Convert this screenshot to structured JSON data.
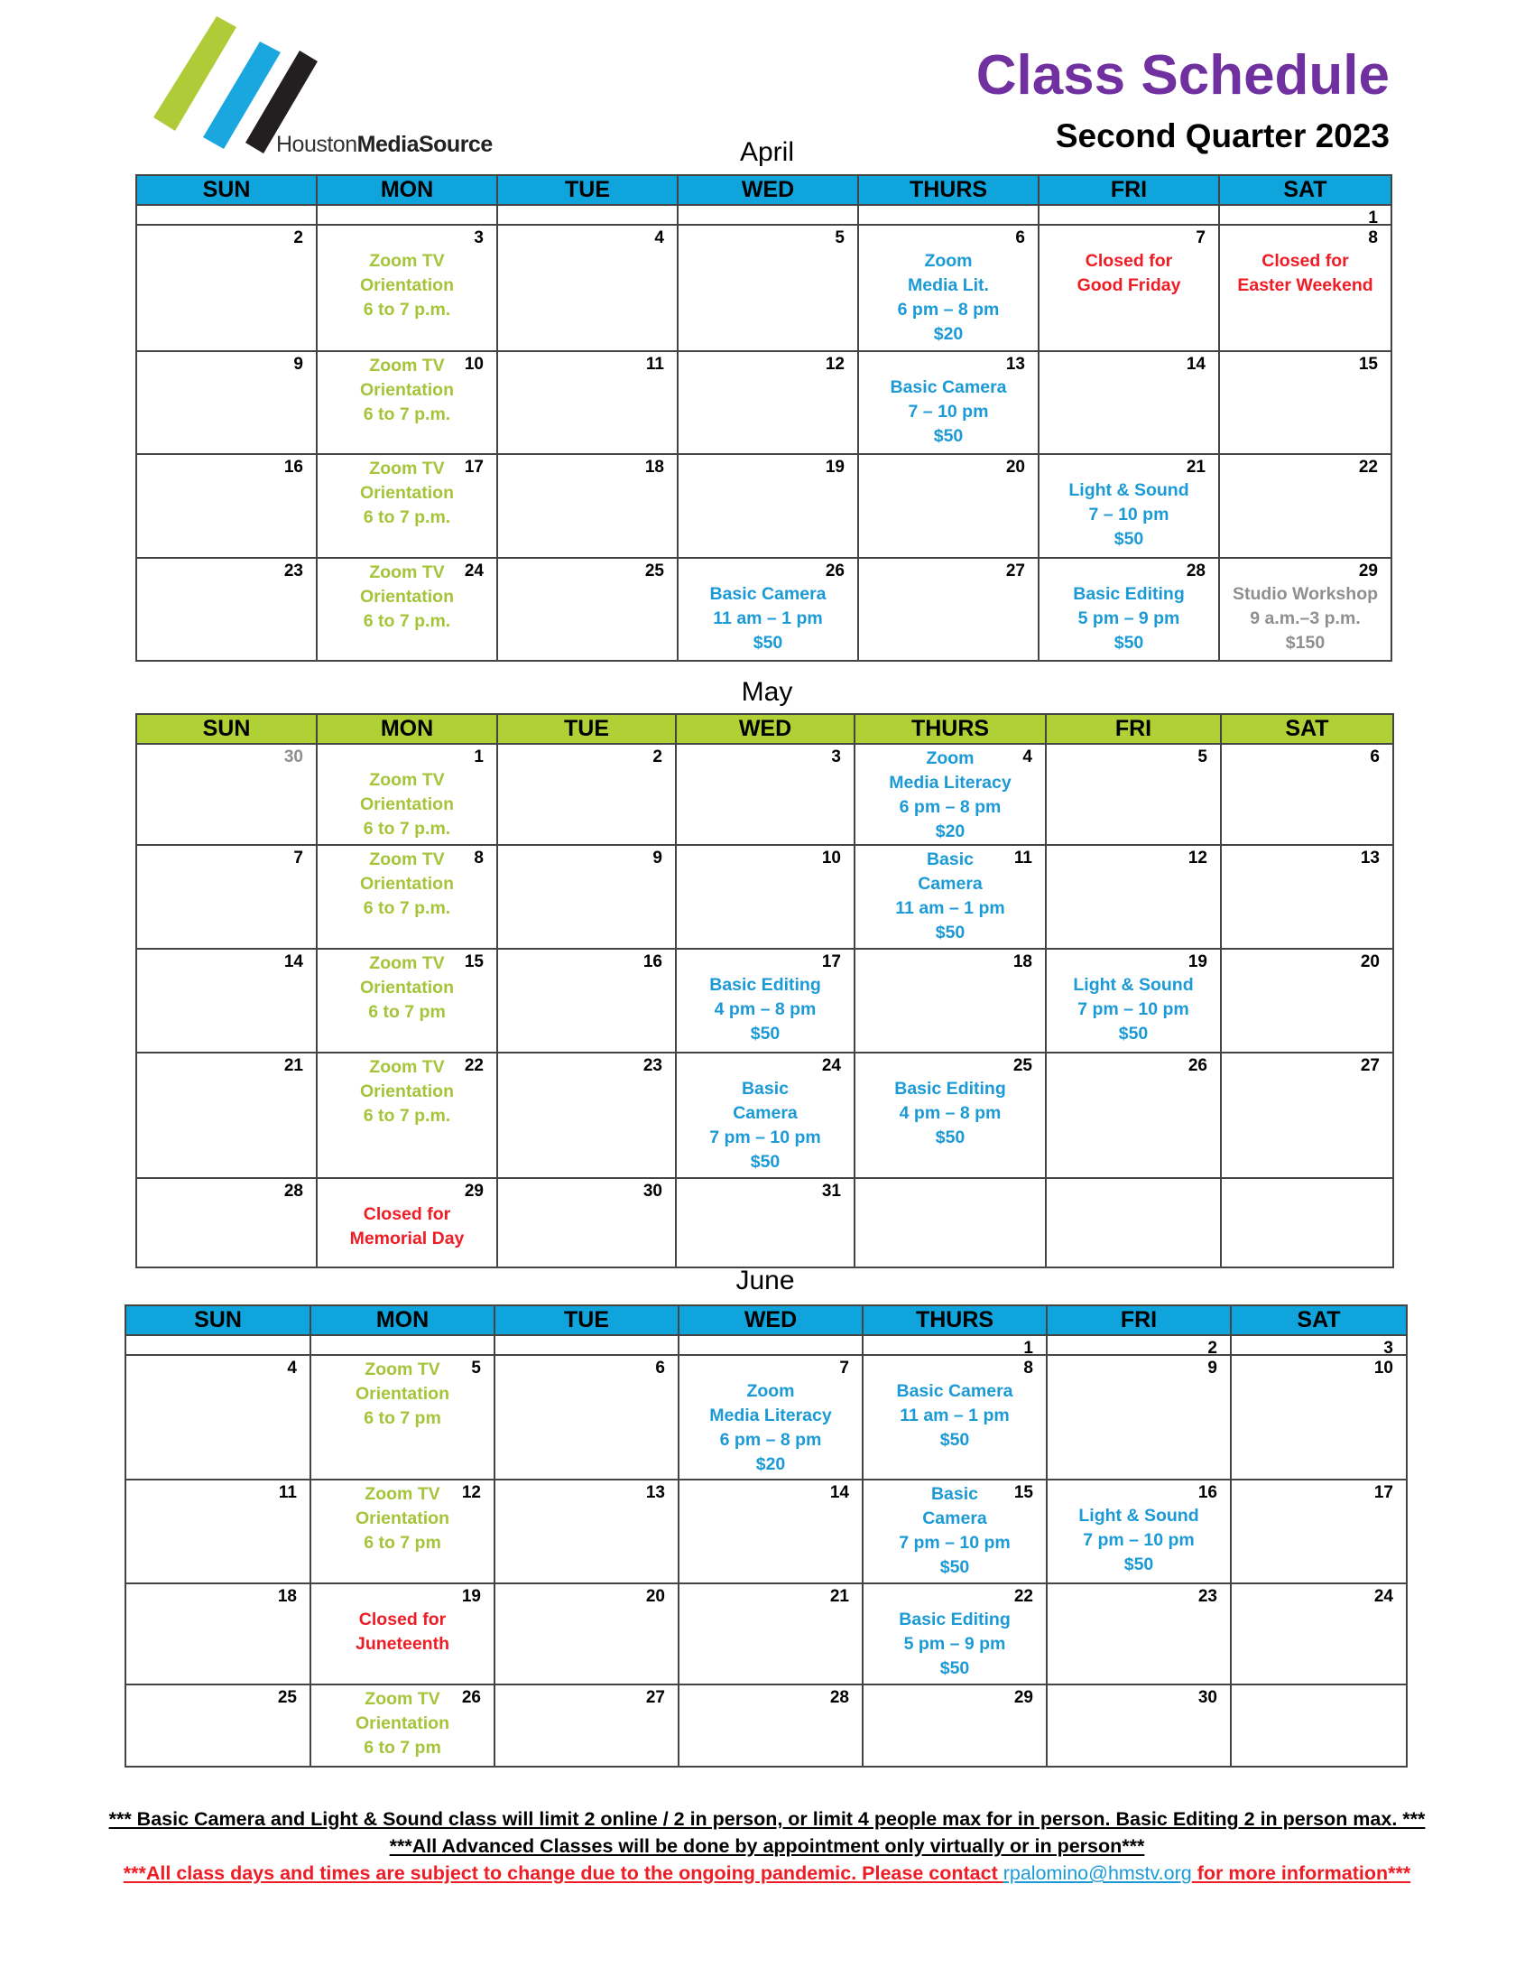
{
  "header": {
    "logo_word_light": "Houston",
    "logo_word_bold": "MediaSource",
    "title": "Class Schedule",
    "subtitle": "Second Quarter 2023",
    "colors": {
      "logo_green": "#afcb37",
      "logo_blue": "#1aa7e0",
      "logo_dark": "#231f20",
      "title": "#7030a0"
    }
  },
  "weekdays": [
    "SUN",
    "MON",
    "TUE",
    "WED",
    "THURS",
    "FRI",
    "SAT"
  ],
  "months": [
    {
      "name": "April",
      "header_color": "#0fa4dc",
      "weeks": [
        [
          {
            "day": ""
          },
          {
            "day": ""
          },
          {
            "day": ""
          },
          {
            "day": ""
          },
          {
            "day": ""
          },
          {
            "day": ""
          },
          {
            "day": "1"
          }
        ],
        [
          {
            "day": "2"
          },
          {
            "day": "3",
            "event": {
              "color": "green",
              "lines": [
                "Zoom TV",
                "Orientation",
                "6 to 7 p.m."
              ]
            }
          },
          {
            "day": "4"
          },
          {
            "day": "5"
          },
          {
            "day": "6",
            "event": {
              "color": "blue",
              "lines": [
                "Zoom",
                "Media Lit.",
                "6 pm – 8 pm",
                "$20"
              ]
            }
          },
          {
            "day": "7",
            "event": {
              "color": "red",
              "lines": [
                "Closed for",
                "Good Friday"
              ]
            }
          },
          {
            "day": "8",
            "event": {
              "color": "red",
              "lines": [
                "Closed for",
                "Easter Weekend"
              ]
            }
          }
        ],
        [
          {
            "day": "9"
          },
          {
            "day": "10",
            "event": {
              "color": "green",
              "top": true,
              "lines": [
                "Zoom TV",
                "Orientation",
                "6 to 7 p.m."
              ]
            }
          },
          {
            "day": "11"
          },
          {
            "day": "12"
          },
          {
            "day": "13",
            "event": {
              "color": "blue",
              "lines": [
                "Basic Camera",
                "7 – 10 pm",
                "$50"
              ]
            }
          },
          {
            "day": "14"
          },
          {
            "day": "15"
          }
        ],
        [
          {
            "day": "16"
          },
          {
            "day": "17",
            "event": {
              "color": "green",
              "top": true,
              "lines": [
                "Zoom TV",
                "Orientation",
                "6 to 7 p.m."
              ]
            }
          },
          {
            "day": "18"
          },
          {
            "day": "19"
          },
          {
            "day": "20"
          },
          {
            "day": "21",
            "event": {
              "color": "blue",
              "lines": [
                "Light & Sound",
                "7 – 10 pm",
                "$50"
              ]
            }
          },
          {
            "day": "22"
          }
        ],
        [
          {
            "day": "23"
          },
          {
            "day": "24",
            "event": {
              "color": "green",
              "top": true,
              "lines": [
                "Zoom TV",
                "Orientation",
                "6 to 7 p.m."
              ]
            }
          },
          {
            "day": "25"
          },
          {
            "day": "26",
            "event": {
              "color": "blue",
              "lines": [
                "Basic Camera",
                "11 am – 1 pm",
                "$50"
              ]
            }
          },
          {
            "day": "27"
          },
          {
            "day": "28",
            "event": {
              "color": "blue",
              "lines": [
                "Basic Editing",
                "5 pm – 9 pm",
                "$50"
              ]
            }
          },
          {
            "day": "29",
            "event": {
              "color": "gray",
              "lines": [
                "Studio Workshop",
                "9 a.m.–3 p.m.",
                "$150"
              ]
            }
          }
        ]
      ]
    },
    {
      "name": "May",
      "header_color": "#afd136",
      "weeks": [
        [
          {
            "day": "30",
            "muted": true
          },
          {
            "day": "1",
            "event": {
              "color": "green",
              "lines": [
                "Zoom TV",
                "Orientation",
                "6 to 7 p.m."
              ]
            }
          },
          {
            "day": "2"
          },
          {
            "day": "3"
          },
          {
            "day": "4",
            "event": {
              "color": "blue",
              "top": true,
              "lines": [
                "Zoom",
                "Media Literacy",
                "6 pm – 8 pm",
                "$20"
              ]
            }
          },
          {
            "day": "5"
          },
          {
            "day": "6"
          }
        ],
        [
          {
            "day": "7"
          },
          {
            "day": "8",
            "event": {
              "color": "green",
              "top": true,
              "lines": [
                "Zoom TV",
                "Orientation",
                "6 to 7 p.m."
              ]
            }
          },
          {
            "day": "9"
          },
          {
            "day": "10"
          },
          {
            "day": "11",
            "event": {
              "color": "blue",
              "top": true,
              "lines": [
                "Basic",
                "Camera",
                "11 am – 1 pm",
                "$50"
              ]
            }
          },
          {
            "day": "12"
          },
          {
            "day": "13"
          }
        ],
        [
          {
            "day": "14"
          },
          {
            "day": "15",
            "event": {
              "color": "green",
              "top": true,
              "lines": [
                "Zoom TV",
                "Orientation",
                "6 to 7 pm"
              ]
            }
          },
          {
            "day": "16"
          },
          {
            "day": "17",
            "event": {
              "color": "blue",
              "lines": [
                "Basic Editing",
                "4 pm – 8 pm",
                "$50"
              ]
            }
          },
          {
            "day": "18"
          },
          {
            "day": "19",
            "event": {
              "color": "blue",
              "lines": [
                "Light & Sound",
                "7 pm – 10 pm",
                "$50"
              ]
            }
          },
          {
            "day": "20"
          }
        ],
        [
          {
            "day": "21"
          },
          {
            "day": "22",
            "event": {
              "color": "green",
              "top": true,
              "lines": [
                "Zoom TV",
                "Orientation",
                "6 to 7 p.m."
              ]
            }
          },
          {
            "day": "23"
          },
          {
            "day": "24",
            "event": {
              "color": "blue",
              "lines": [
                "Basic",
                "Camera",
                "7 pm – 10 pm",
                "$50"
              ]
            }
          },
          {
            "day": "25",
            "event": {
              "color": "blue",
              "lines": [
                "Basic Editing",
                "4 pm – 8 pm",
                "$50"
              ]
            }
          },
          {
            "day": "26"
          },
          {
            "day": "27"
          }
        ],
        [
          {
            "day": "28"
          },
          {
            "day": "29",
            "event": {
              "color": "red",
              "lines": [
                "Closed for",
                "Memorial Day"
              ]
            }
          },
          {
            "day": "30"
          },
          {
            "day": "31"
          },
          {
            "day": ""
          },
          {
            "day": ""
          },
          {
            "day": ""
          }
        ]
      ]
    },
    {
      "name": "June",
      "header_color": "#0fa4dc",
      "weeks": [
        [
          {
            "day": ""
          },
          {
            "day": ""
          },
          {
            "day": ""
          },
          {
            "day": ""
          },
          {
            "day": "1"
          },
          {
            "day": "2"
          },
          {
            "day": "3"
          }
        ],
        [
          {
            "day": "4"
          },
          {
            "day": "5",
            "event": {
              "color": "green",
              "top": true,
              "lines": [
                "Zoom TV",
                "Orientation",
                "6 to 7 pm"
              ]
            }
          },
          {
            "day": "6"
          },
          {
            "day": "7",
            "event": {
              "color": "blue",
              "lines": [
                "Zoom",
                "Media Literacy",
                "6 pm – 8 pm",
                "$20"
              ]
            }
          },
          {
            "day": "8",
            "event": {
              "color": "blue",
              "lines": [
                "Basic Camera",
                "11 am – 1 pm",
                "$50"
              ]
            }
          },
          {
            "day": "9"
          },
          {
            "day": "10"
          }
        ],
        [
          {
            "day": "11"
          },
          {
            "day": "12",
            "event": {
              "color": "green",
              "top": true,
              "lines": [
                "Zoom TV",
                "Orientation",
                "6 to 7 pm"
              ]
            }
          },
          {
            "day": "13"
          },
          {
            "day": "14"
          },
          {
            "day": "15",
            "event": {
              "color": "blue",
              "top": true,
              "lines": [
                "Basic",
                "Camera",
                "7 pm – 10 pm",
                "$50"
              ]
            }
          },
          {
            "day": "16",
            "event": {
              "color": "blue",
              "lines": [
                "Light & Sound",
                "7 pm – 10 pm",
                "$50"
              ]
            }
          },
          {
            "day": "17"
          }
        ],
        [
          {
            "day": "18"
          },
          {
            "day": "19",
            "event": {
              "color": "red",
              "lines": [
                "Closed for",
                "Juneteenth"
              ]
            }
          },
          {
            "day": "20"
          },
          {
            "day": "21"
          },
          {
            "day": "22",
            "event": {
              "color": "blue",
              "lines": [
                "Basic Editing",
                "5 pm – 9 pm",
                "$50"
              ]
            }
          },
          {
            "day": "23"
          },
          {
            "day": "24"
          }
        ],
        [
          {
            "day": "25"
          },
          {
            "day": "26",
            "event": {
              "color": "green",
              "top": true,
              "lines": [
                "Zoom TV",
                "Orientation",
                "6 to 7 pm"
              ]
            }
          },
          {
            "day": "27"
          },
          {
            "day": "28"
          },
          {
            "day": "29"
          },
          {
            "day": "30"
          },
          {
            "day": ""
          }
        ]
      ]
    }
  ],
  "notes": {
    "line1": "*** Basic Camera and Light & Sound class will limit 2 online / 2 in person, or limit 4 people max for in person. Basic Editing 2 in person max. ***",
    "line2": "***All Advanced Classes will be done by appointment only virtually or in person***",
    "line3_before": "***All class days and times are subject to change due to the ongoing pandemic.  Please contact ",
    "line3_email": "rpalomino@hmstv.org",
    "line3_after": " for more information***"
  }
}
